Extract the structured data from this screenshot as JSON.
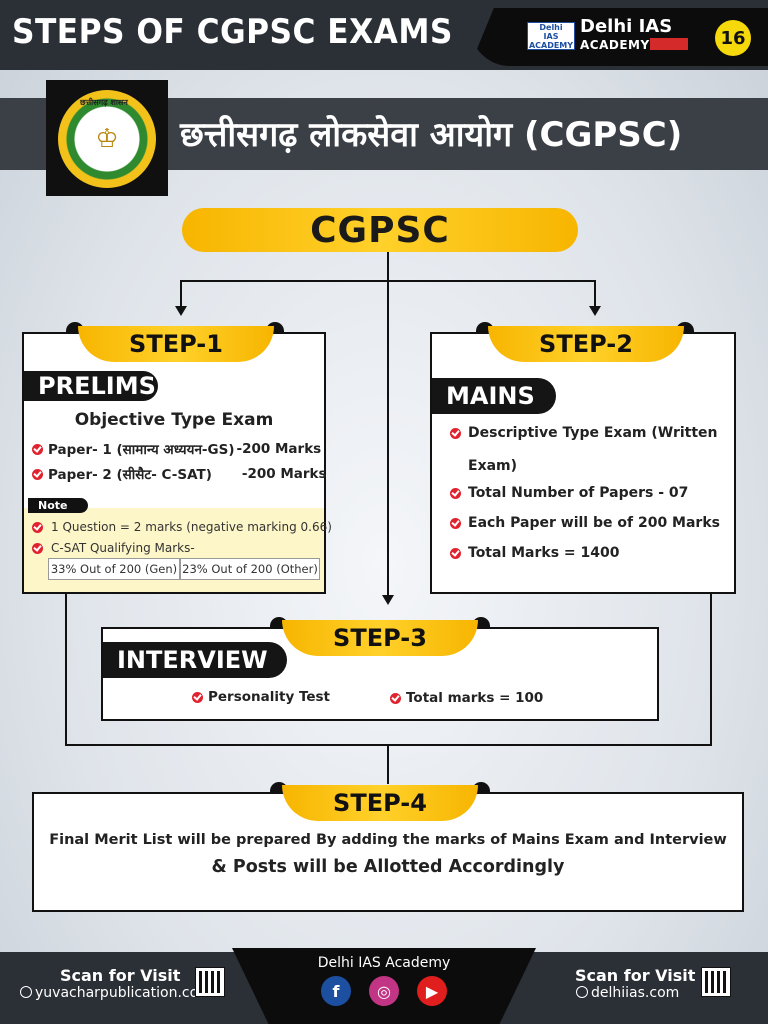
{
  "header": {
    "title": "STEPS OF CGPSC EXAMS",
    "brand_logo_line1": "Delhi",
    "brand_logo_line2": "IAS",
    "brand_logo_line3": "ACADEMY",
    "brand_name": "Delhi IAS",
    "brand_sub": "ACADEMY",
    "page_number": "16"
  },
  "org": {
    "title": "छत्तीसगढ़ लोकसेवा आयोग  (CGPSC)",
    "emblem_text": "छत्तीसगढ़ शासन"
  },
  "main_pill": "CGPSC",
  "step1": {
    "tab": "STEP-1",
    "label": "PRELIMS",
    "heading": "Objective Type Exam",
    "papers": [
      {
        "name": "Paper- 1 (सामान्य अध्ययन-GS)",
        "marks": "-200 Marks"
      },
      {
        "name": "Paper- 2 (सीसैट- C-SAT)",
        "marks": "-200 Marks"
      }
    ],
    "note_label": "Note",
    "notes": [
      "1 Question = 2 marks (negative marking 0.66)",
      "C-SAT Qualifying Marks-"
    ],
    "qualifying": [
      "33% Out of 200 (Gen)",
      "23% Out of 200 (Other)"
    ]
  },
  "step2": {
    "tab": "STEP-2",
    "label": "MAINS",
    "items": [
      "Descriptive Type Exam (Written",
      "Exam)",
      "Total Number of Papers - 07",
      "Each Paper will be of 200 Marks",
      "Total Marks = 1400"
    ]
  },
  "step3": {
    "tab": "STEP-3",
    "label": "INTERVIEW",
    "items": [
      "Personality Test",
      "Total marks  = 100"
    ]
  },
  "step4": {
    "tab": "STEP-4",
    "line1": "Final Merit List will be prepared By adding the marks of Mains Exam and Interview",
    "line2": "& Posts will be Allotted Accordingly"
  },
  "footer": {
    "left_title": "Scan for Visit",
    "left_url": "yuvacharpublication.com",
    "center_title": "Delhi IAS Academy",
    "right_title": "Scan for Visit",
    "right_url": "delhiias.com",
    "social_icons": [
      "facebook-icon",
      "instagram-icon",
      "youtube-icon"
    ],
    "colors": {
      "facebook": "#1d4fa0",
      "instagram": "#c13584",
      "youtube": "#e01e1e"
    }
  }
}
